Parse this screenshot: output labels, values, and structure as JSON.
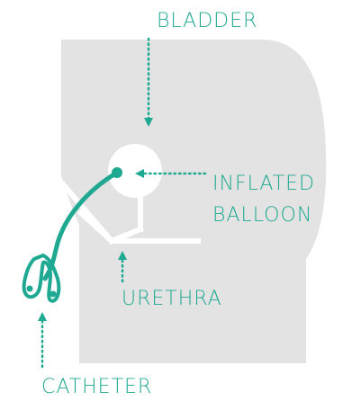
{
  "colors": {
    "background": "#ffffff",
    "body_shape": "#e3e3e3",
    "accent": "#1fa993",
    "structure": "#ffffff"
  },
  "labels": {
    "bladder": "BLADDER",
    "balloon_line1": "INFLATED",
    "balloon_line2": "BALLOON",
    "urethra": "URETHRA",
    "catheter": "CATHETER"
  }
}
